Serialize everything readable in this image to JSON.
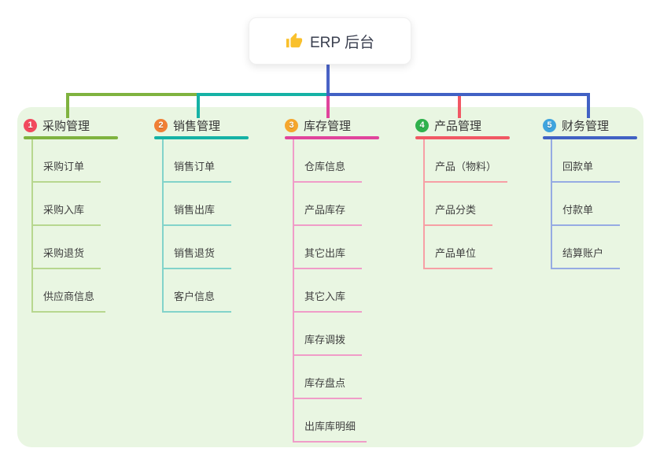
{
  "root": {
    "label": "ERP 后台",
    "icon": "thumbs-up-icon",
    "icon_color": "#f9c02c",
    "connector_color": "#4a63c6"
  },
  "panel": {
    "background": "#e9f6e2"
  },
  "branches": [
    {
      "badge": "1",
      "label": "采购管理",
      "badge_color": "#f2495d",
      "line_color": "#7fb33f",
      "child_line_color": "#b7d78f",
      "children": [
        "采购订单",
        "采购入库",
        "采购退货",
        "供应商信息"
      ]
    },
    {
      "badge": "2",
      "label": "销售管理",
      "badge_color": "#f07f35",
      "line_color": "#15b2a5",
      "child_line_color": "#82d3ca",
      "children": [
        "销售订单",
        "销售出库",
        "销售退货",
        "客户信息"
      ]
    },
    {
      "badge": "3",
      "label": "库存管理",
      "badge_color": "#f5a62d",
      "line_color": "#e0449c",
      "child_line_color": "#f09cc8",
      "children": [
        "仓库信息",
        "产品库存",
        "其它出库",
        "其它入库",
        "库存调拨",
        "库存盘点",
        "出库库明细"
      ]
    },
    {
      "badge": "4",
      "label": "产品管理",
      "badge_color": "#2fb14c",
      "line_color": "#f15864",
      "child_line_color": "#f79fa5",
      "children": [
        "产品（物料）",
        "产品分类",
        "产品单位"
      ]
    },
    {
      "badge": "5",
      "label": "财务管理",
      "badge_color": "#3fa4de",
      "line_color": "#4161c4",
      "child_line_color": "#96abe3",
      "children": [
        "回款单",
        "付款单",
        "结算账户"
      ]
    }
  ]
}
